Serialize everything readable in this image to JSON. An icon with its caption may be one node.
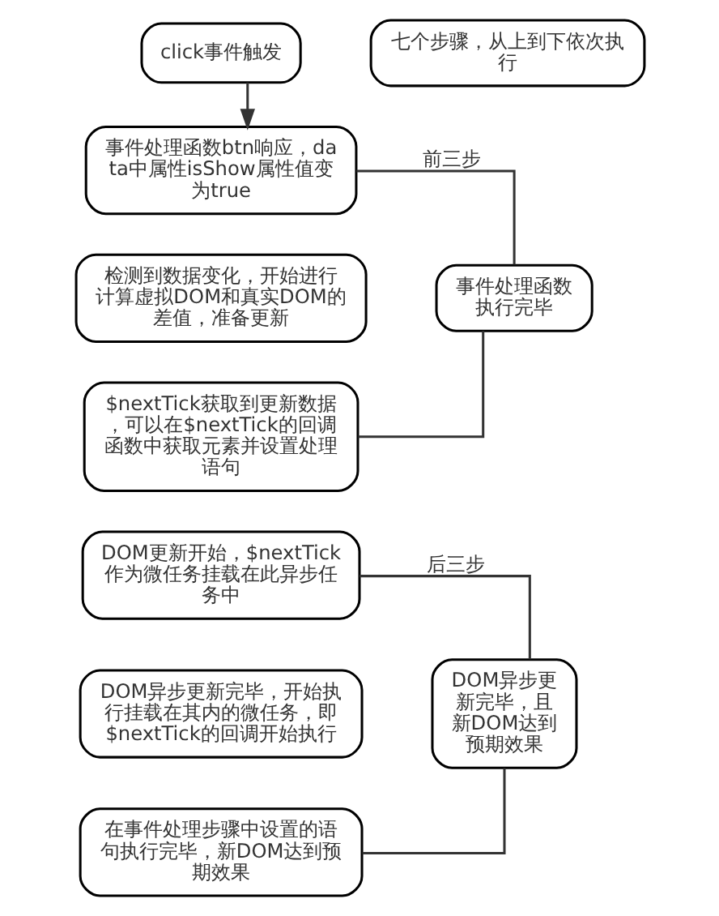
{
  "diagram": {
    "nodes": [
      {
        "text": [
          "click事件触发"
        ]
      },
      {
        "text": [
          "七个步骤，从上到下依次执行"
        ]
      },
      {
        "text": [
          "事件处理函数btn响应，data中属性isShow属性值变为true"
        ]
      },
      {
        "text": [
          "检测到数据变化，开始进行计算虚拟DOM和真实DOM的差值，准备更新"
        ]
      },
      {
        "text": [
          "$nextTick获取到更新数据，可以在$nextTick的回调函数中获取元素并设置处理语句"
        ]
      },
      {
        "text": [
          "事件处理函数执行完毕"
        ]
      },
      {
        "text": [
          "DOM更新开始，$nextTick作为微任务挂载在此异步任务中"
        ]
      },
      {
        "text": [
          "DOM异步更新完毕，开始执行挂载在其内的微任务，即$nextTick的回调开始执行"
        ]
      },
      {
        "text": [
          "在事件处理步骤中设置的语句执行完毕，新DOM达到预期效果"
        ]
      },
      {
        "text": [
          "DOM异步更新完毕，且新DOM达到预期效果"
        ]
      }
    ],
    "edges": [
      {
        "from": 0,
        "to": 2,
        "arrow": "to"
      },
      {
        "from": 2,
        "to": 5,
        "arrow": "none",
        "label": "前三步"
      },
      {
        "from": 4,
        "to": 5,
        "arrow": "none"
      },
      {
        "from": 6,
        "to": 9,
        "arrow": "none",
        "label": "后三步"
      },
      {
        "from": 8,
        "to": 9,
        "arrow": "none"
      }
    ]
  }
}
